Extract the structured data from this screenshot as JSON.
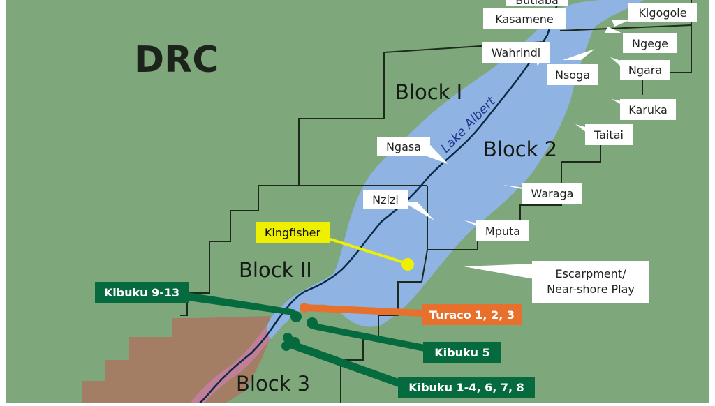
{
  "map": {
    "region_label": "DRC",
    "lake_label": "Lake Albert",
    "blocks": {
      "block1": "Block I",
      "block2": "Block 2",
      "block2a": "Block II",
      "block3": "Block 3"
    },
    "places": {
      "top_cut": "Butiaba",
      "kasamene": "Kasamene",
      "kigogole": "Kigogole",
      "wahrindi": "Wahrindi",
      "ngege": "Ngege",
      "nsoga": "Nsoga",
      "ngara": "Ngara",
      "karuka": "Karuka",
      "taitai": "Taitai",
      "ngasa": "Ngasa",
      "waraga": "Waraga",
      "nzizi": "Nzizi",
      "mputa": "Mputa"
    },
    "play_label_line1": "Escarpment/",
    "play_label_line2": "Near-shore Play",
    "kingfisher": "Kingfisher",
    "turaco": "Turaco 1, 2, 3",
    "kibuku_9_13": "Kibuku 9-13",
    "kibuku_5": "Kibuku 5",
    "kibuku_1_8": "Kibuku 1-4, 6, 7, 8",
    "colors": {
      "land": "#7ea77b",
      "lake": "#8fb4e3",
      "escarpment": "#a37d64",
      "river": "#bf7f96",
      "green_tag": "#066a3f",
      "orange_tag": "#e8702d",
      "kingfisher_tag": "#eef000"
    }
  }
}
